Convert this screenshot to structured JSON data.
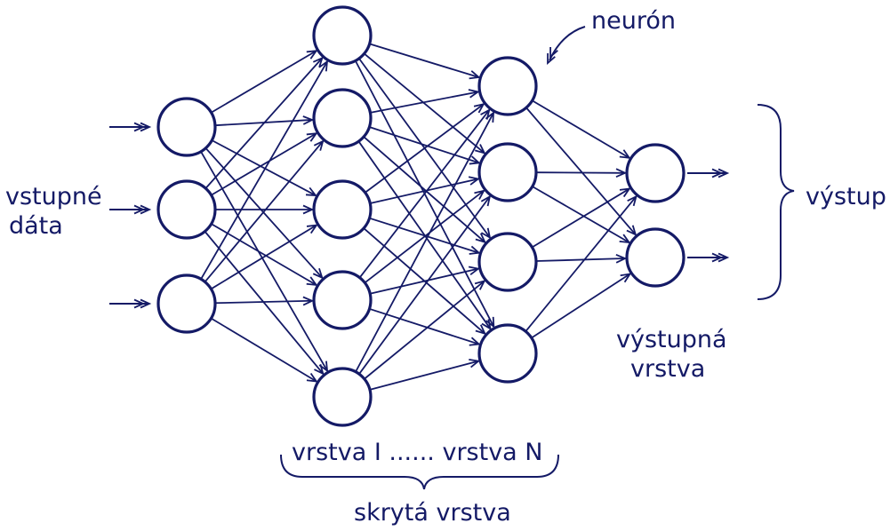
{
  "labels": {
    "input": [
      "vstupné",
      "dáta"
    ],
    "neuron": "neurón",
    "output": "výstup",
    "output_layer": [
      "výstupná",
      "vrstva"
    ],
    "hidden_range": "vrstva I ...... vrstva N",
    "hidden_layer": "skrytá vrstva"
  },
  "network": {
    "layers": [
      3,
      5,
      4,
      2
    ],
    "inputs": 3,
    "outputs": 2
  },
  "colors": {
    "ink": "#141a66",
    "background": "#ffffff"
  }
}
